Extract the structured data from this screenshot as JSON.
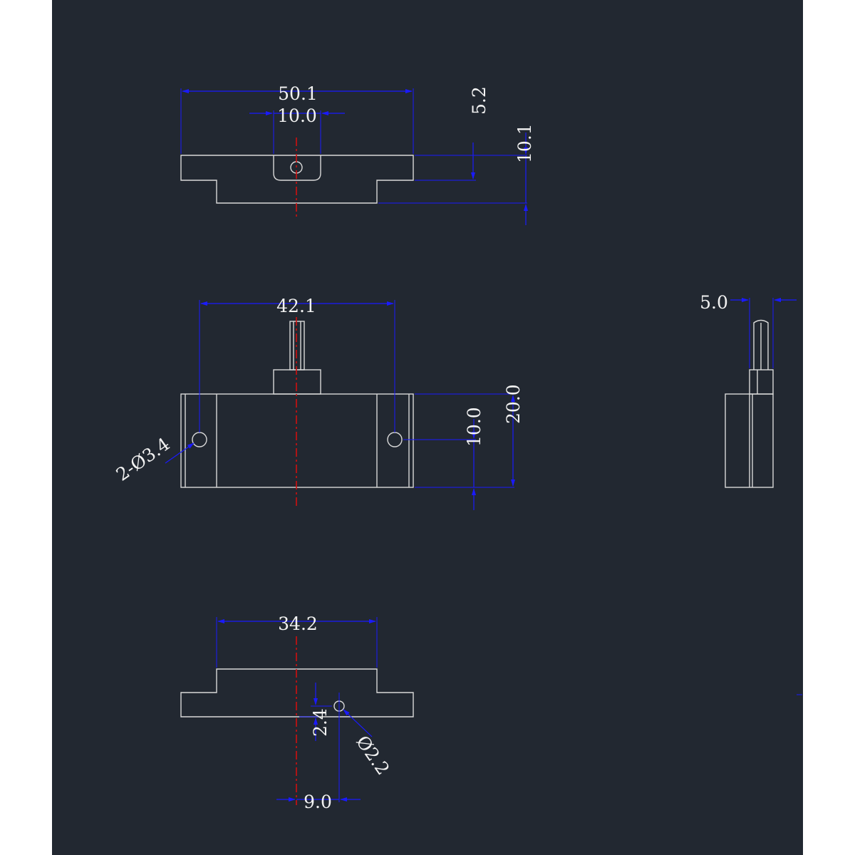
{
  "dimensions": {
    "top_width": "50.1",
    "top_slot": "10.0",
    "top_step": "5.2",
    "top_height": "10.1",
    "front_hole_span": "42.1",
    "front_holes": "2-Ø3.4",
    "front_hole_height": "10.0",
    "front_height": "20.0",
    "side_thickness": "5.0",
    "bottom_width": "34.2",
    "bottom_hole_offset_y": "2.4",
    "bottom_hole_dia": "Ø2.2",
    "bottom_hole_offset_x": "9.0"
  },
  "colors": {
    "background": "#222831",
    "outline": "#d9d9d9",
    "dimension": "#1a1aff",
    "centerline": "#d01010",
    "text": "#f2f2f2"
  }
}
